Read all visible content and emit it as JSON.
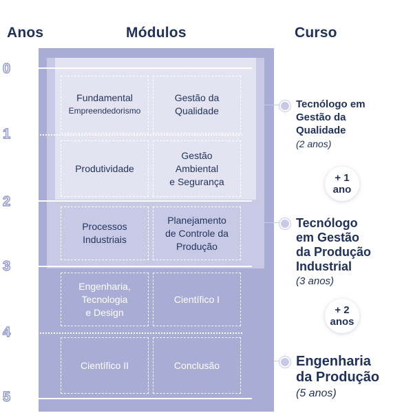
{
  "headers": {
    "years": "Anos",
    "modules": "Módulos",
    "course": "Curso"
  },
  "years": [
    "0",
    "1",
    "2",
    "3",
    "4",
    "5"
  ],
  "modules": {
    "fundamental": {
      "line1": "Fundamental",
      "line2": "Empreendedorismo"
    },
    "gestao_qualidade": {
      "line1": "Gestão da",
      "line2": "Qualidade"
    },
    "produtividade": {
      "line1": "Produtividade"
    },
    "gestao_ambiental": {
      "line1": "Gestão",
      "line2": "Ambiental",
      "line3": "e Segurança"
    },
    "processos": {
      "line1": "Processos",
      "line2": "Industriais"
    },
    "planejamento": {
      "line1": "Planejamento",
      "line2": "de Controle da",
      "line3": "Produção"
    },
    "engenharia": {
      "line1": "Engenharia,",
      "line2": "Tecnologia",
      "line3": "e Design"
    },
    "cientifico_1": {
      "line1": "Científico I"
    },
    "cientifico_2": {
      "line1": "Científico II"
    },
    "conclusao": {
      "line1": "Conclusão"
    }
  },
  "courses": [
    {
      "title_lines": [
        "Tecnólogo em",
        "Gestão da",
        "Qualidade"
      ],
      "duration": "(2 anos)"
    },
    {
      "title_lines": [
        "Tecnólogo",
        "em Gestão",
        "da Produção",
        "Industrial"
      ],
      "duration": "(3 anos)"
    },
    {
      "title_lines": [
        "Engenharia",
        "da Produção"
      ],
      "duration": "(5 anos)"
    }
  ],
  "increments": [
    {
      "line1": "+ 1",
      "line2": "ano"
    },
    {
      "line1": "+ 2",
      "line2": "anos"
    }
  ],
  "colors": {
    "navy": "#1f3158",
    "band_outer": "#a9acd4",
    "band_mid": "#c8c9e5",
    "band_top": "#e3e3f1"
  }
}
